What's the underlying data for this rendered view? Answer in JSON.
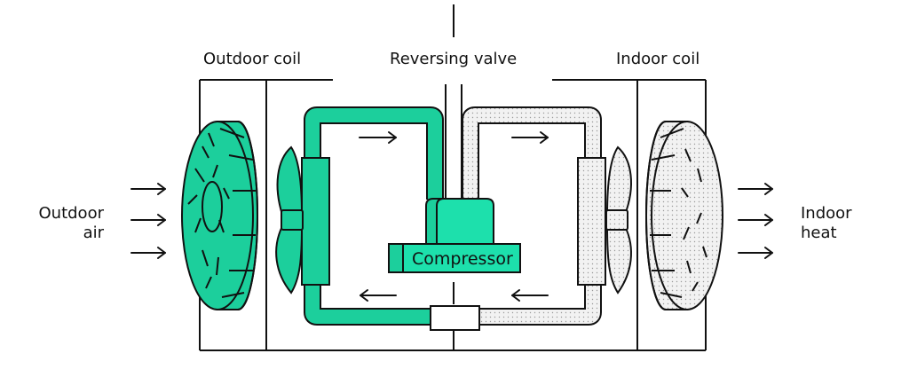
{
  "labels": {
    "outdoor_coil": "Outdoor coil",
    "reversing_valve": "Reversing valve",
    "indoor_coil": "Indoor coil",
    "outdoor_air_line1": "Outdoor",
    "outdoor_air_line2": "air",
    "indoor_heat_line1": "Indoor",
    "indoor_heat_line2": "heat",
    "compressor": "Compressor"
  },
  "colors": {
    "hot_refrigerant": "#1ccf9c",
    "compressor": "#1de0ac",
    "cool_refrigerant": "#ececec",
    "stroke": "#111111",
    "background": "#ffffff"
  },
  "icons": {
    "outdoor_fan": "fan-icon",
    "indoor_fan": "fan-icon",
    "flow_arrow": "arrow-icon"
  }
}
